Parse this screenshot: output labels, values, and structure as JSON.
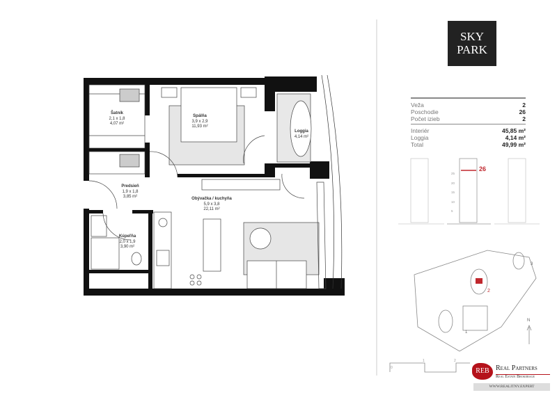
{
  "rooms": {
    "satnik": {
      "name": "Šatník",
      "dims": "2,1 x 1,8",
      "area": "4,07 m²"
    },
    "spalna": {
      "name": "Spálňa",
      "dims": "3,9 x 2,9",
      "area": "11,93 m²"
    },
    "loggia": {
      "name": "Loggia",
      "area": "4,14 m²"
    },
    "predsien": {
      "name": "Predsieň",
      "dims": "1,9 x 1,8",
      "area": "3,85 m²"
    },
    "obyvacka": {
      "name": "Obývačka / kuchyňa",
      "dims": "5,9 x 3,8",
      "area": "22,11 m²"
    },
    "kupelna": {
      "name": "Kúpeľňa",
      "dims": "2,0 x 1,9",
      "area": "3,90 m²"
    }
  },
  "logo": {
    "line1": "SKY",
    "line2": "PARK"
  },
  "info": {
    "rows1": [
      {
        "label": "Veža",
        "value": "2"
      },
      {
        "label": "Poschodie",
        "value": "26"
      },
      {
        "label": "Počet izieb",
        "value": "2"
      }
    ],
    "rows2": [
      {
        "label": "Interiér",
        "value": "45,85 m²"
      },
      {
        "label": "Loggia",
        "value": "4,14 m²"
      },
      {
        "label": "Total",
        "value": "49,99 m²"
      }
    ]
  },
  "towers": {
    "floor_marker": "26",
    "ticks": [
      "25",
      "20",
      "15",
      "10",
      "5"
    ],
    "highlight_color": "#c0272d"
  },
  "site": {
    "labels": [
      "1",
      "2",
      "3"
    ],
    "north": "N"
  },
  "scale": {
    "ticks": [
      "0",
      "1",
      "2"
    ]
  },
  "brokerage": {
    "mono": "REB",
    "name": "Real Partners",
    "sub": "Real Estate Brokerage",
    "url": "WWW.REALITNY.EXPERT",
    "accent": "#b5121b"
  }
}
